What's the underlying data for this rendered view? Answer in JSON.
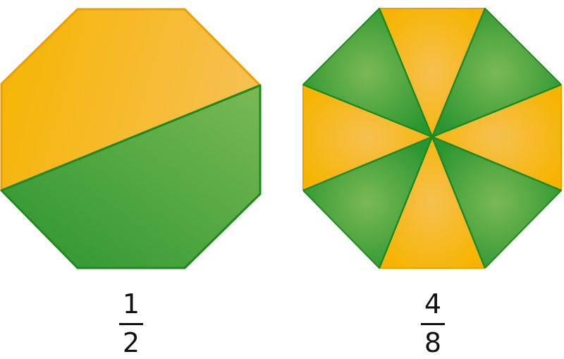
{
  "colors": {
    "orange": "#f6b400",
    "orange_light": "#f6bc47",
    "green": "#2f9a2f",
    "green_light": "#7ab954",
    "stroke_orange": "#ec9f00",
    "stroke_green": "#1e8a1e"
  },
  "figures": {
    "left": {
      "name": "octagon-halves",
      "slices": [
        {
          "color": "orange"
        },
        {
          "color": "green"
        }
      ],
      "fraction": {
        "numerator": "1",
        "denominator": "2"
      }
    },
    "right": {
      "name": "octagon-eighths",
      "slices": [
        {
          "color": "orange"
        },
        {
          "color": "green"
        },
        {
          "color": "orange"
        },
        {
          "color": "green"
        },
        {
          "color": "orange"
        },
        {
          "color": "green"
        },
        {
          "color": "orange"
        },
        {
          "color": "green"
        }
      ],
      "fraction": {
        "numerator": "4",
        "denominator": "8"
      }
    }
  }
}
